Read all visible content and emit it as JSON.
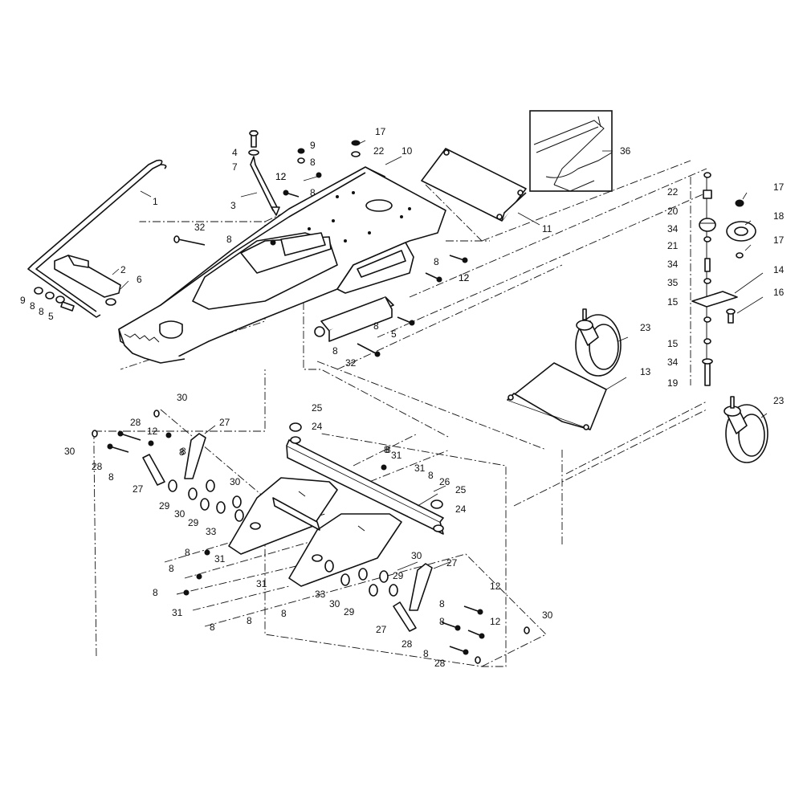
{
  "labels": [
    {
      "id": "l1",
      "text": "1"
    },
    {
      "id": "l2",
      "text": "2"
    },
    {
      "id": "l3",
      "text": "3"
    },
    {
      "id": "l4",
      "text": "4"
    },
    {
      "id": "l5",
      "text": "5"
    },
    {
      "id": "l6",
      "text": "6"
    },
    {
      "id": "l7",
      "text": "7"
    },
    {
      "id": "l8a",
      "text": "8"
    },
    {
      "id": "l8b",
      "text": "8"
    },
    {
      "id": "l8c",
      "text": "8"
    },
    {
      "id": "l9a",
      "text": "9"
    },
    {
      "id": "l9b",
      "text": "9"
    },
    {
      "id": "l10",
      "text": "10"
    },
    {
      "id": "l11",
      "text": "11"
    },
    {
      "id": "l12a",
      "text": "12"
    },
    {
      "id": "l12b",
      "text": "12"
    },
    {
      "id": "l13",
      "text": "13"
    },
    {
      "id": "l14",
      "text": "14"
    },
    {
      "id": "l15a",
      "text": "15"
    },
    {
      "id": "l15b",
      "text": "15"
    },
    {
      "id": "l16",
      "text": "16"
    },
    {
      "id": "l17a",
      "text": "17"
    },
    {
      "id": "l17b",
      "text": "17"
    },
    {
      "id": "l17c",
      "text": "17"
    },
    {
      "id": "l18",
      "text": "18"
    },
    {
      "id": "l19",
      "text": "19"
    },
    {
      "id": "l20",
      "text": "20"
    },
    {
      "id": "l21",
      "text": "21"
    },
    {
      "id": "l22a",
      "text": "22"
    },
    {
      "id": "l22b",
      "text": "22"
    },
    {
      "id": "l23a",
      "text": "23"
    },
    {
      "id": "l23b",
      "text": "23"
    },
    {
      "id": "l24a",
      "text": "24"
    },
    {
      "id": "l24b",
      "text": "24"
    },
    {
      "id": "l25a",
      "text": "25"
    },
    {
      "id": "l25b",
      "text": "25"
    },
    {
      "id": "l26",
      "text": "26"
    },
    {
      "id": "l27a",
      "text": "27"
    },
    {
      "id": "l27b",
      "text": "27"
    },
    {
      "id": "l27c",
      "text": "27"
    },
    {
      "id": "l27d",
      "text": "27"
    },
    {
      "id": "l28a",
      "text": "28"
    },
    {
      "id": "l28b",
      "text": "28"
    },
    {
      "id": "l28c",
      "text": "28"
    },
    {
      "id": "l28d",
      "text": "28"
    },
    {
      "id": "l29a",
      "text": "29"
    },
    {
      "id": "l29b",
      "text": "29"
    },
    {
      "id": "l29c",
      "text": "29"
    },
    {
      "id": "l29d",
      "text": "29"
    },
    {
      "id": "l30a",
      "text": "30"
    },
    {
      "id": "l30b",
      "text": "30"
    },
    {
      "id": "l30c",
      "text": "30"
    },
    {
      "id": "l30d",
      "text": "30"
    },
    {
      "id": "l30e",
      "text": "30"
    },
    {
      "id": "l30f",
      "text": "30"
    },
    {
      "id": "l30g",
      "text": "30"
    },
    {
      "id": "l31a",
      "text": "31"
    },
    {
      "id": "l31b",
      "text": "31"
    },
    {
      "id": "l31c",
      "text": "31"
    },
    {
      "id": "l31d",
      "text": "31"
    },
    {
      "id": "l31e",
      "text": "31"
    },
    {
      "id": "l32a",
      "text": "32"
    },
    {
      "id": "l32b",
      "text": "32"
    },
    {
      "id": "l33a",
      "text": "33"
    },
    {
      "id": "l33b",
      "text": "33"
    },
    {
      "id": "l34a",
      "text": "34"
    },
    {
      "id": "l34b",
      "text": "34"
    },
    {
      "id": "l34c",
      "text": "34"
    },
    {
      "id": "l35",
      "text": "35"
    },
    {
      "id": "l36",
      "text": "36"
    },
    {
      "id": "l5b",
      "text": "5"
    },
    {
      "id": "l8d",
      "text": "8"
    },
    {
      "id": "l8e",
      "text": "8"
    },
    {
      "id": "l8f",
      "text": "8"
    },
    {
      "id": "l8g",
      "text": "8"
    },
    {
      "id": "l8h",
      "text": "8"
    },
    {
      "id": "l8i",
      "text": "8"
    },
    {
      "id": "l8j",
      "text": "8"
    },
    {
      "id": "l8k",
      "text": "8"
    },
    {
      "id": "l8l",
      "text": "8"
    },
    {
      "id": "l8m",
      "text": "8"
    },
    {
      "id": "l8n",
      "text": "8"
    },
    {
      "id": "l8o",
      "text": "8"
    },
    {
      "id": "l8p",
      "text": "8"
    },
    {
      "id": "l8q",
      "text": "8"
    },
    {
      "id": "l8r",
      "text": "8"
    },
    {
      "id": "l8s",
      "text": "8"
    },
    {
      "id": "l8t",
      "text": "8"
    },
    {
      "id": "l8u",
      "text": "8"
    },
    {
      "id": "l8v",
      "text": "8"
    },
    {
      "id": "l8w",
      "text": "8"
    },
    {
      "id": "l12c",
      "text": "12"
    },
    {
      "id": "l12d",
      "text": "12"
    },
    {
      "id": "l12e",
      "text": "12"
    },
    {
      "id": "l12f",
      "text": "12"
    },
    {
      "id": "l12g",
      "text": "12"
    }
  ]
}
